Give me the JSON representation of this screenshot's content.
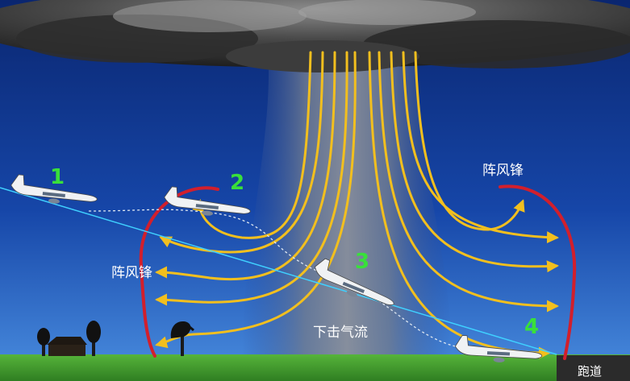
{
  "labels": {
    "gust_front_right": "阵风锋",
    "gust_front_left": "阵风锋",
    "downburst": "下击气流",
    "runway": "跑道"
  },
  "positions": {
    "p1": "1",
    "p2": "2",
    "p3": "3",
    "p4": "4"
  },
  "colors": {
    "sky_top": "#0a2a7a",
    "sky_bottom": "#3d7fd6",
    "cloud_dark": "#3a3a3a",
    "airflow": "#f2bf1e",
    "gust_front": "#d21f2c",
    "ground": "#3f9b2b",
    "flight_path": "#3fd0ff",
    "number": "#39e03a"
  },
  "icons": [
    "airplane-icon",
    "tree-icon",
    "house-icon",
    "cloud-icon",
    "arrow-icon"
  ]
}
